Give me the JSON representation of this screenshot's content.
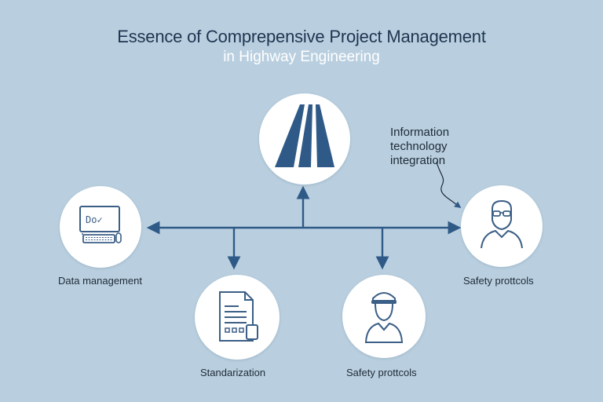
{
  "title": "Essence of Comprepensive Project Management",
  "subtitle": "in Highway Engineering",
  "annotation": {
    "line1": "Information",
    "line2": "technology",
    "line3": "integration"
  },
  "nodes": {
    "road": {
      "icon": "road-icon"
    },
    "data": {
      "icon": "computer-icon",
      "label": "Data management",
      "screen_text": "Do✓"
    },
    "standard": {
      "icon": "document-icon",
      "label": "Standarization"
    },
    "worker": {
      "icon": "hardhat-worker-icon",
      "label": "Safety prottcols"
    },
    "person": {
      "icon": "person-glasses-icon",
      "label": "Safety prottcols"
    }
  },
  "colors": {
    "background": "#b9cfdf",
    "accent": "#2f5a87",
    "icon": "#3b5f86"
  }
}
